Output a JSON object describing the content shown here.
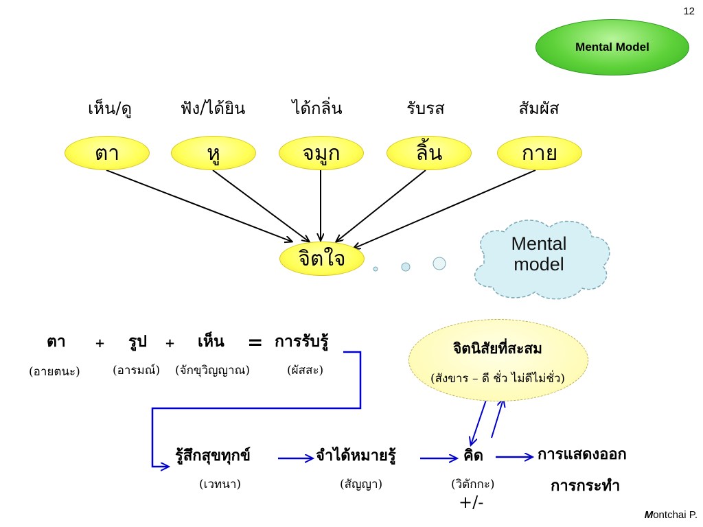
{
  "slide_number": "12",
  "title": "Mental Model",
  "senses": [
    {
      "label": "เห็น/ดู",
      "organ": "ตา"
    },
    {
      "label": "ฟัง/ได้ยิน",
      "organ": "หู"
    },
    {
      "label": "ได้กลิ่น",
      "organ": "จมูก"
    },
    {
      "label": "รับรส",
      "organ": "ลิ้น"
    },
    {
      "label": "สัมผัส",
      "organ": "กาย"
    }
  ],
  "mind": "จิตใจ",
  "cloud": {
    "line1": "Mental",
    "line2": "model"
  },
  "equation": {
    "term1": "ตา",
    "term1_sub": "(อายตนะ)",
    "plus1": "+",
    "term2": "รูป",
    "term2_sub": "(อารมณ์)",
    "plus2": "+",
    "term3": "เห็น",
    "term3_sub": "(จักขุวิญญาณ)",
    "equals": "=",
    "result": "การรับรู้",
    "result_sub": "(ผัสสะ)"
  },
  "habit": {
    "title": "จิตนิสัยที่สะสม",
    "subtitle": "(สังขาร – ดี ชั่ว ไม่ดีไม่ชั่ว)"
  },
  "flow": {
    "feeling": "รู้สึกสุขทุกข์",
    "feeling_sub": "(เวทนา)",
    "memory": "จำได้หมายรู้",
    "memory_sub": "(สัญญา)",
    "think": "คิด",
    "think_sub": "(วิตักกะ)",
    "plusminus": "+/-",
    "output1": "การแสดงออก",
    "output2": "การกระทำ"
  },
  "author": {
    "initial": "M",
    "rest": "ontchai P."
  },
  "colors": {
    "title_pill": "#5fd23a",
    "organ_fill": "#ffff55",
    "flow_line": "#0000cc",
    "cloud": "#d6f0f5"
  }
}
